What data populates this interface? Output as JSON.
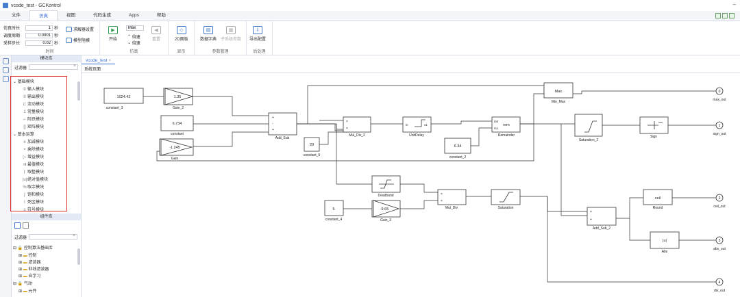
{
  "window": {
    "title": "vcode_test - GCKontrol",
    "min_icon": "minimize-icon",
    "min_glyph": "–"
  },
  "menu": [
    "文件",
    "仿真",
    "视图",
    "代码生成",
    "Apps",
    "帮助"
  ],
  "ribbon": {
    "sim_time_label": "仿真时长",
    "sim_time_value": "1",
    "sim_time_unit": "秒",
    "sched_label": "调度周期",
    "sched_value": "0.0001",
    "sched_unit": "秒",
    "step_label": "采样步长",
    "step_value": "0.02",
    "step_unit": "秒",
    "solver_label": "求解器设置",
    "model_label": "模型阻模",
    "group_time": "时间",
    "start_label": "开始",
    "max_value": "Max",
    "fast_label": "倍速",
    "slow_label": "倍速",
    "reset_label": "重置",
    "group_sim": "仿真",
    "panel2d_label": "2D面板",
    "group_display": "显示",
    "dict_label": "数据字典",
    "sub_param_label": "子系统参数",
    "group_param": "参数管理",
    "export_label": "导出配置",
    "group_post": "后处理"
  },
  "library": {
    "header": "模块库",
    "filter_label": "过滤器",
    "groups": [
      {
        "name": "基础模块",
        "items": [
          "输入模块",
          "输出模块",
          "流动模块",
          "常量模块",
          "阶跃模块",
          "矩阵模块"
        ]
      },
      {
        "name": "基本运算",
        "items": [
          "加减模块",
          "乘除模块",
          "增益模块",
          "最值模块",
          "取整模块",
          "绝对值模块",
          "取余模块",
          "饱和模块",
          "死区模块",
          "符号模块"
        ]
      }
    ]
  },
  "components": {
    "header": "组件库",
    "filter_label": "过滤器",
    "items": [
      "控制算法基础库",
      "控制",
      "滤波器",
      "非线滤波器",
      "自学习",
      "气动",
      "元件"
    ]
  },
  "canvas": {
    "tab": "vcode_test",
    "tab_close": "×",
    "breadcrumb": "系统页面",
    "blocks": {
      "constant_3": "1024.42",
      "constant_3_name": "constant_3",
      "gain_2": "1.35",
      "gain_2_name": "Gain_2",
      "constant": "6.734",
      "constant_name": "constant",
      "gain": "-1.245",
      "gain_name": "Gain",
      "add_sub_name": "Add_Sub",
      "constant_5": "20",
      "constant_5_name": "constant_5",
      "mul_div_2_name": "Mul_Div_2",
      "unitdelay_name": "UnitDelay",
      "unitdelay_in": "in",
      "unitdelay_out": "x1",
      "constant_2": "6.34",
      "constant_2_name": "constant_2",
      "remainder_name": "Remainder",
      "rem_text": "rem",
      "rem_in0": "in0",
      "rem_in1": "in1",
      "max_text": "Max",
      "min_max_name": "Min_Max",
      "saturation_2_name": "Saturation_2",
      "sign_name": "Sign",
      "max_out": "max_out",
      "max_out_num": "0",
      "sign_out": "sign_out",
      "sign_out_num": "1",
      "deadband_name": "Deadband",
      "constant_4": "5",
      "constant_4_name": "constant_4",
      "gain_3": "-9.65",
      "gain_3_name": "Gain_3",
      "mul_div_name": "Mul_Div",
      "saturation_name": "Saturation",
      "ceil_text": "ceil",
      "round_name": "Round",
      "ceil_out": "ceil_out",
      "ceil_out_num": "2",
      "add_sub_2_name": "Add_Sub_2",
      "abs_text": "|u|",
      "abs_name": "Abs",
      "abs_out": "abs_out",
      "abs_out_num": "3",
      "div_out": "div_out",
      "div_out_num": "4",
      "plus": "+",
      "minus": "-",
      "times": "×",
      "divide": "÷"
    }
  },
  "colors": {
    "accent": "#3b6fd8",
    "highlight": "#e02a2a"
  }
}
